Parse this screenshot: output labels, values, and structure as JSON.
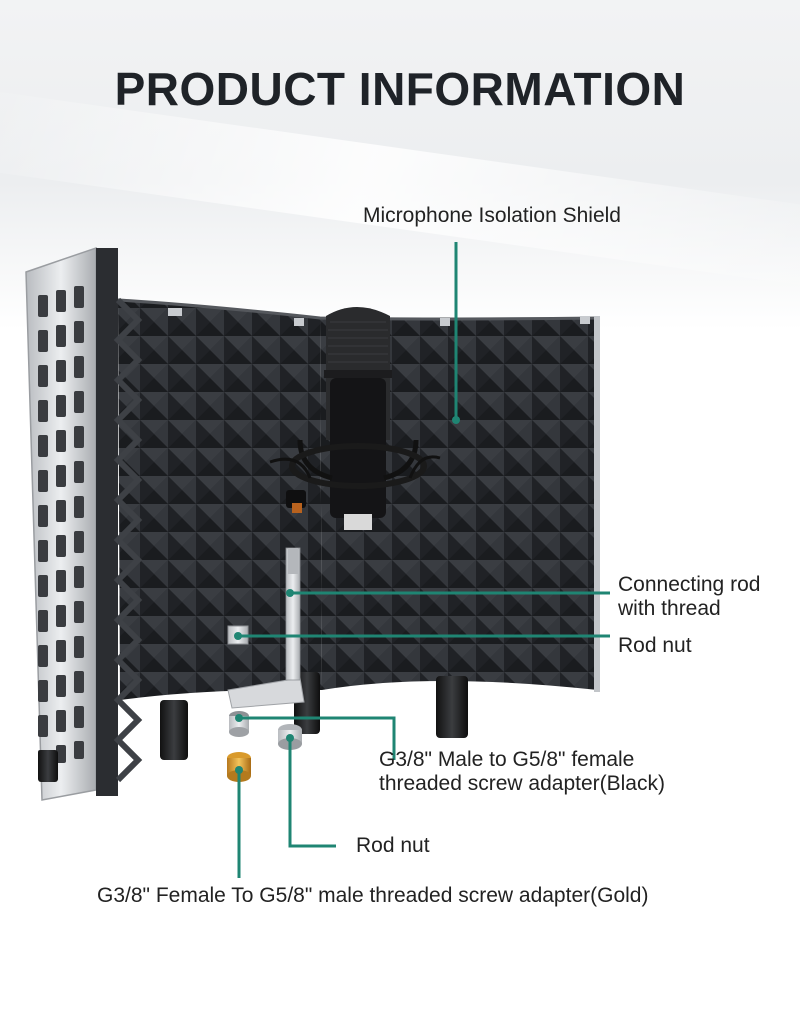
{
  "title": "PRODUCT INFORMATION",
  "callouts": {
    "shield": "Microphone Isolation Shield",
    "connecting_rod": "Connecting rod\nwith thread",
    "rod_nut_top": "Rod nut",
    "black_adapter": "G3/8\" Male to G5/8\" female\nthreaded screw adapter(Black)",
    "rod_nut_bottom": "Rod nut",
    "gold_adapter": "G3/8\" Female To G5/8\" male threaded screw adapter(Gold)"
  },
  "colors": {
    "leader_line": "#1f8573",
    "title_text": "#1f2328",
    "foam": "#2b2d31",
    "frame": "#d3d5d8"
  }
}
